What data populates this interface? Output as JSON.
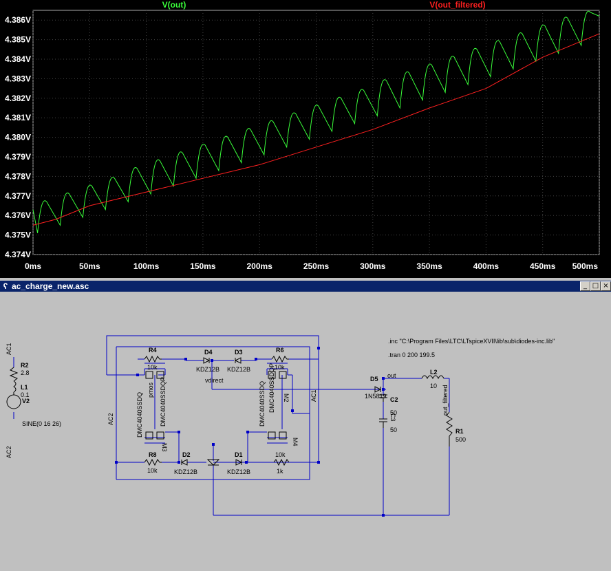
{
  "waveform": {
    "legend": [
      {
        "name": "V(out)",
        "color": "#3aff3a"
      },
      {
        "name": "V(out_filtered)",
        "color": "#ff2020"
      }
    ],
    "y_ticks": [
      "4.386V",
      "4.385V",
      "4.384V",
      "4.383V",
      "4.382V",
      "4.381V",
      "4.380V",
      "4.379V",
      "4.378V",
      "4.377V",
      "4.376V",
      "4.375V",
      "4.374V"
    ],
    "x_ticks": [
      "0ms",
      "50ms",
      "100ms",
      "150ms",
      "200ms",
      "250ms",
      "300ms",
      "350ms",
      "400ms",
      "450ms",
      "500ms"
    ]
  },
  "chart_data": {
    "type": "line",
    "xlabel": "",
    "ylabel": "",
    "xlim": [
      0,
      500
    ],
    "ylim": [
      4.374,
      4.3865
    ],
    "x_unit": "ms",
    "y_unit": "V",
    "background": "#000000",
    "grid": true,
    "legend_position": "top",
    "series": [
      {
        "name": "V(out)",
        "color": "#3aff3a",
        "ripple_period_ms": 20,
        "peaks": [
          [
            0,
            4.3763
          ],
          [
            12,
            4.3767
          ],
          [
            32,
            4.3771
          ],
          [
            52,
            4.3775
          ],
          [
            72,
            4.3779
          ],
          [
            92,
            4.3784
          ],
          [
            112,
            4.3788
          ],
          [
            132,
            4.3792
          ],
          [
            152,
            4.3796
          ],
          [
            172,
            4.38
          ],
          [
            192,
            4.3804
          ],
          [
            212,
            4.3808
          ],
          [
            232,
            4.3812
          ],
          [
            252,
            4.3816
          ],
          [
            272,
            4.382
          ],
          [
            292,
            4.3824
          ],
          [
            312,
            4.3829
          ],
          [
            332,
            4.3833
          ],
          [
            352,
            4.3837
          ],
          [
            372,
            4.3841
          ],
          [
            392,
            4.3845
          ],
          [
            412,
            4.3849
          ],
          [
            432,
            4.3853
          ],
          [
            452,
            4.3857
          ],
          [
            472,
            4.3861
          ],
          [
            492,
            4.3864
          ],
          [
            500,
            4.3862
          ]
        ],
        "troughs": [
          [
            4,
            4.3751
          ],
          [
            24,
            4.3755
          ],
          [
            44,
            4.3759
          ],
          [
            64,
            4.3763
          ],
          [
            84,
            4.3767
          ],
          [
            104,
            4.3771
          ],
          [
            124,
            4.3775
          ],
          [
            144,
            4.3779
          ],
          [
            164,
            4.3783
          ],
          [
            184,
            4.3787
          ],
          [
            204,
            4.3791
          ],
          [
            224,
            4.3795
          ],
          [
            244,
            4.3799
          ],
          [
            264,
            4.3803
          ],
          [
            284,
            4.3807
          ],
          [
            304,
            4.3811
          ],
          [
            324,
            4.3815
          ],
          [
            344,
            4.3819
          ],
          [
            364,
            4.3823
          ],
          [
            384,
            4.3827
          ],
          [
            404,
            4.3831
          ],
          [
            424,
            4.3835
          ],
          [
            444,
            4.3839
          ],
          [
            464,
            4.3843
          ],
          [
            484,
            4.3847
          ]
        ]
      },
      {
        "name": "V(out_filtered)",
        "color": "#ff2020",
        "points": [
          [
            0,
            4.3755
          ],
          [
            20,
            4.3758
          ],
          [
            50,
            4.3765
          ],
          [
            100,
            4.3772
          ],
          [
            150,
            4.3779
          ],
          [
            200,
            4.3786
          ],
          [
            250,
            4.3795
          ],
          [
            300,
            4.3804
          ],
          [
            350,
            4.3815
          ],
          [
            400,
            4.3825
          ],
          [
            450,
            4.3841
          ],
          [
            500,
            4.3853
          ]
        ]
      }
    ]
  },
  "schematic_window": {
    "title": "ac_charge_new.asc",
    "buttons": {
      "minimize": "_",
      "maximize": "□",
      "close": "×"
    }
  },
  "schematic": {
    "directives": [
      ".inc \"C:\\Program Files\\LTC\\LTspiceXVII\\lib\\sub\\diodes-inc.lib\"",
      ".tran 0 200 199.5"
    ],
    "source": {
      "ac1": "AC1",
      "r2": "R2",
      "r2_val": "2.8",
      "l1": "L1",
      "l1_val": "0.1",
      "v2": "V2",
      "v2_val": "SINE(0 16 26)",
      "ac2": "AC2"
    },
    "net_labels": {
      "ac2_left": "AC2",
      "ac1_right": "AC1",
      "vdirect": "vdirect",
      "out": "out",
      "out_filtered": "out_filtered"
    },
    "parts": {
      "r4": "R4",
      "r4_val": "10k",
      "d4": "D4",
      "d4_val": "KDZ12B",
      "d3": "D3",
      "d3_val": "KDZ12B",
      "r6": "R6",
      "r6_val": "10k",
      "m_pmos_label": "pmos",
      "m_left_a": "DMC4040SSDQ",
      "m_left_b": "DMC4040SSDQP",
      "m_right_a": "DMC4040SSDQ",
      "m_right_b": "DMC4040SSDQP",
      "m2": "M2",
      "m3": "M3",
      "m4": "M4",
      "r8": "R8",
      "r8_val": "10k",
      "d2": "D2",
      "d2_val": "KDZ12B",
      "d1": "D1",
      "d1_val": "KDZ12B",
      "r_bot_right_val_top": "10k",
      "r_bot_right_val": "1k",
      "d5": "D5",
      "d5_val": "1N5819",
      "c2": "C2",
      "c2_val": "50",
      "c3": "C3",
      "c3_val": "50",
      "l2": "L2",
      "l2_val": "10",
      "r1": "R1",
      "r1_val": "500"
    }
  }
}
